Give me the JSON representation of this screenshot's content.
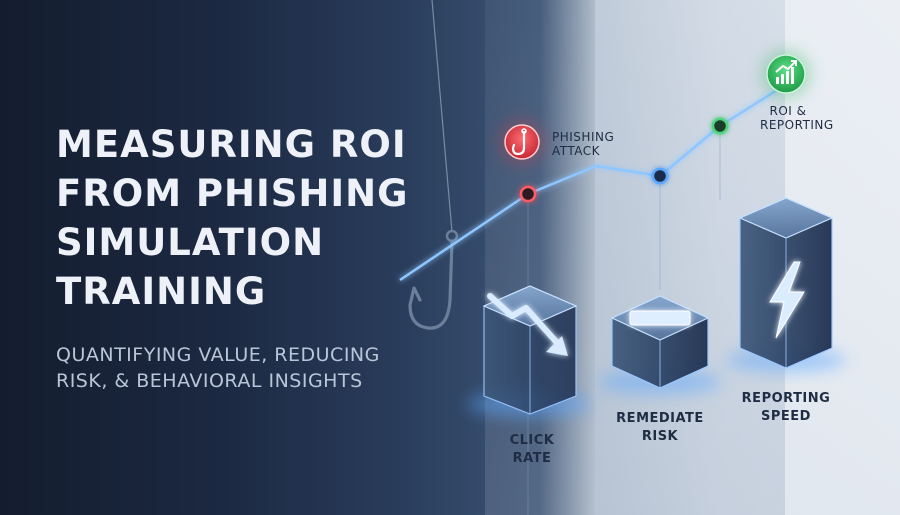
{
  "title": {
    "lines": [
      "MEASURING ROI",
      "FROM PHISHING",
      "SIMULATION",
      "TRAINING"
    ]
  },
  "subtitle": {
    "lines": [
      "QUANTIFYING VALUE, REDUCING",
      "RISK, & BEHAVIORAL INSIGHTS"
    ]
  },
  "markers": {
    "phishing": {
      "lines": [
        "PHISHING",
        "ATTACK"
      ],
      "icon": "fishhook-icon",
      "color": "#e0404a"
    },
    "roi": {
      "lines": [
        "ROI &",
        "REPORTING"
      ],
      "icon": "trend-up-icon",
      "color": "#2db35a"
    }
  },
  "metrics": [
    {
      "lines": [
        "CLICK",
        "RATE"
      ],
      "icon": "trend-down-icon"
    },
    {
      "lines": [
        "REMEDIATE",
        "RISK"
      ],
      "icon": "minus-icon"
    },
    {
      "lines": [
        "REPORTING",
        "SPEED"
      ],
      "icon": "lightning-icon"
    }
  ],
  "colors": {
    "glow": "#5fa8ff",
    "title": "#eef2f8",
    "subtitle": "#b9c6d8",
    "dark_text": "#1f2d44"
  }
}
